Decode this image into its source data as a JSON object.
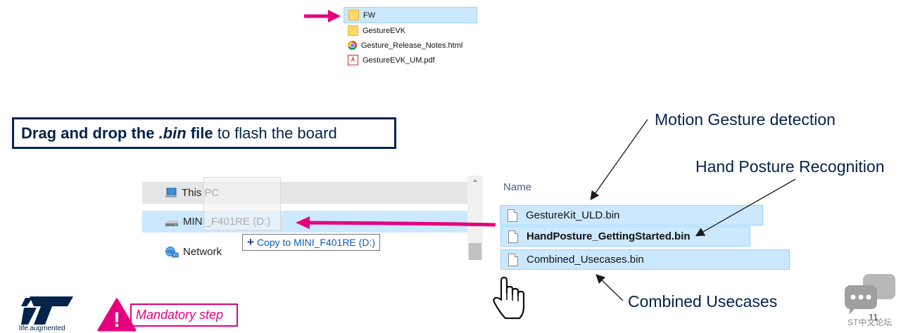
{
  "folder_listing": {
    "items": [
      {
        "name": "FW",
        "icon": "folder-icon",
        "selected": true
      },
      {
        "name": "GestureEVK",
        "icon": "folder-icon",
        "selected": false
      },
      {
        "name": "Gesture_Release_Notes.html",
        "icon": "chrome-icon",
        "selected": false
      },
      {
        "name": "GestureEVK_UM.pdf",
        "icon": "pdf-icon",
        "selected": false
      }
    ]
  },
  "instruction": {
    "bold_prefix": "Drag and drop the ",
    "bold_ext": ".bin",
    "bold_suffix": " file",
    "rest": " to flash the board"
  },
  "navigation_pane": {
    "items": [
      {
        "label": "This PC",
        "icon": "computer-icon"
      },
      {
        "label": "MINI_F401RE (D:)",
        "icon": "drive-icon"
      },
      {
        "label": "Network",
        "icon": "network-icon"
      }
    ]
  },
  "drag_tooltip": {
    "plus": "+",
    "text": "Copy to MINI_F401RE (D:)"
  },
  "file_list": {
    "column_header": "Name",
    "files": [
      {
        "name": "GestureKit_ULD.bin",
        "bold": false
      },
      {
        "name": "HandPosture_GettingStarted.bin",
        "bold": true
      },
      {
        "name": "Combined_Usecases.bin",
        "bold": false
      }
    ]
  },
  "annotations": {
    "motion": "Motion Gesture detection",
    "hand": "Hand Posture Recognition",
    "combined": "Combined Usecases"
  },
  "footer": {
    "logo_tagline": "life.augmented",
    "warning_mark": "!",
    "mandatory": "Mandatory step",
    "page_number": "11",
    "forum": "ST中文论坛"
  },
  "colors": {
    "brand_navy": "#03234b",
    "accent_magenta": "#e6007e",
    "selection_bg": "#cce8ff",
    "selection_border": "#99d1ff"
  }
}
